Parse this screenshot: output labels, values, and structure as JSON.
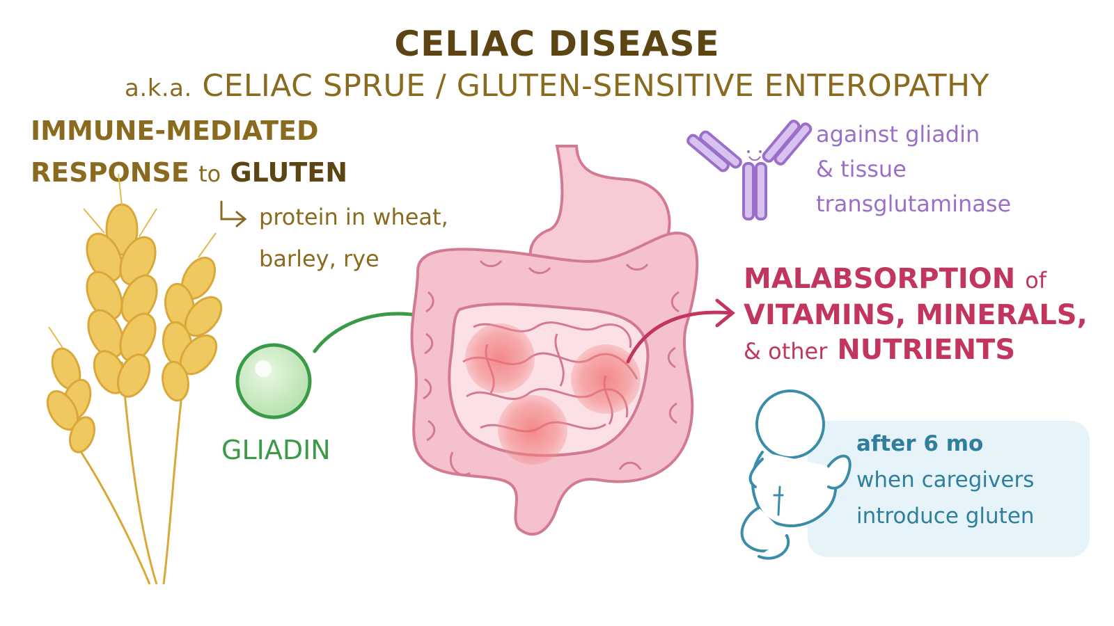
{
  "title": "CELIAC DISEASE",
  "subtitle": {
    "aka": "a.k.a.",
    "text": "CELIAC SPRUE / GLUTEN-SENSITIVE ENTEROPATHY"
  },
  "definition": {
    "line1": "IMMUNE-MEDIATED",
    "line2_a": "RESPONSE",
    "line2_b": "to",
    "line2_c": "GLUTEN",
    "gluten_note_line1": "protein in wheat,",
    "gluten_note_line2": "barley, rye"
  },
  "antibody": {
    "line1": "against gliadin",
    "line2": "& tissue",
    "line3": "transglutaminase"
  },
  "malabsorption": {
    "line1_a": "MALABSORPTION",
    "line1_b": "of",
    "line2": "VITAMINS, MINERALS,",
    "line3_a": "& other",
    "line3_b": "NUTRIENTS"
  },
  "gliadin_label": "GLIADIN",
  "onset": {
    "line1": "after 6 mo",
    "line2": "when caregivers",
    "line3": "introduce gluten"
  },
  "colors": {
    "olive": "#8a6a1e",
    "olive_dark": "#5c4512",
    "purple": "#9b6fc9",
    "magenta": "#c2365e",
    "green": "#3a9a48",
    "teal": "#3a8ca8",
    "intestine": "#f2b6c4",
    "intestine_outline": "#d27a92",
    "wheat": "#f0c860",
    "wheat_outline": "#d9a838",
    "baby_box": "#e6f3f8"
  }
}
